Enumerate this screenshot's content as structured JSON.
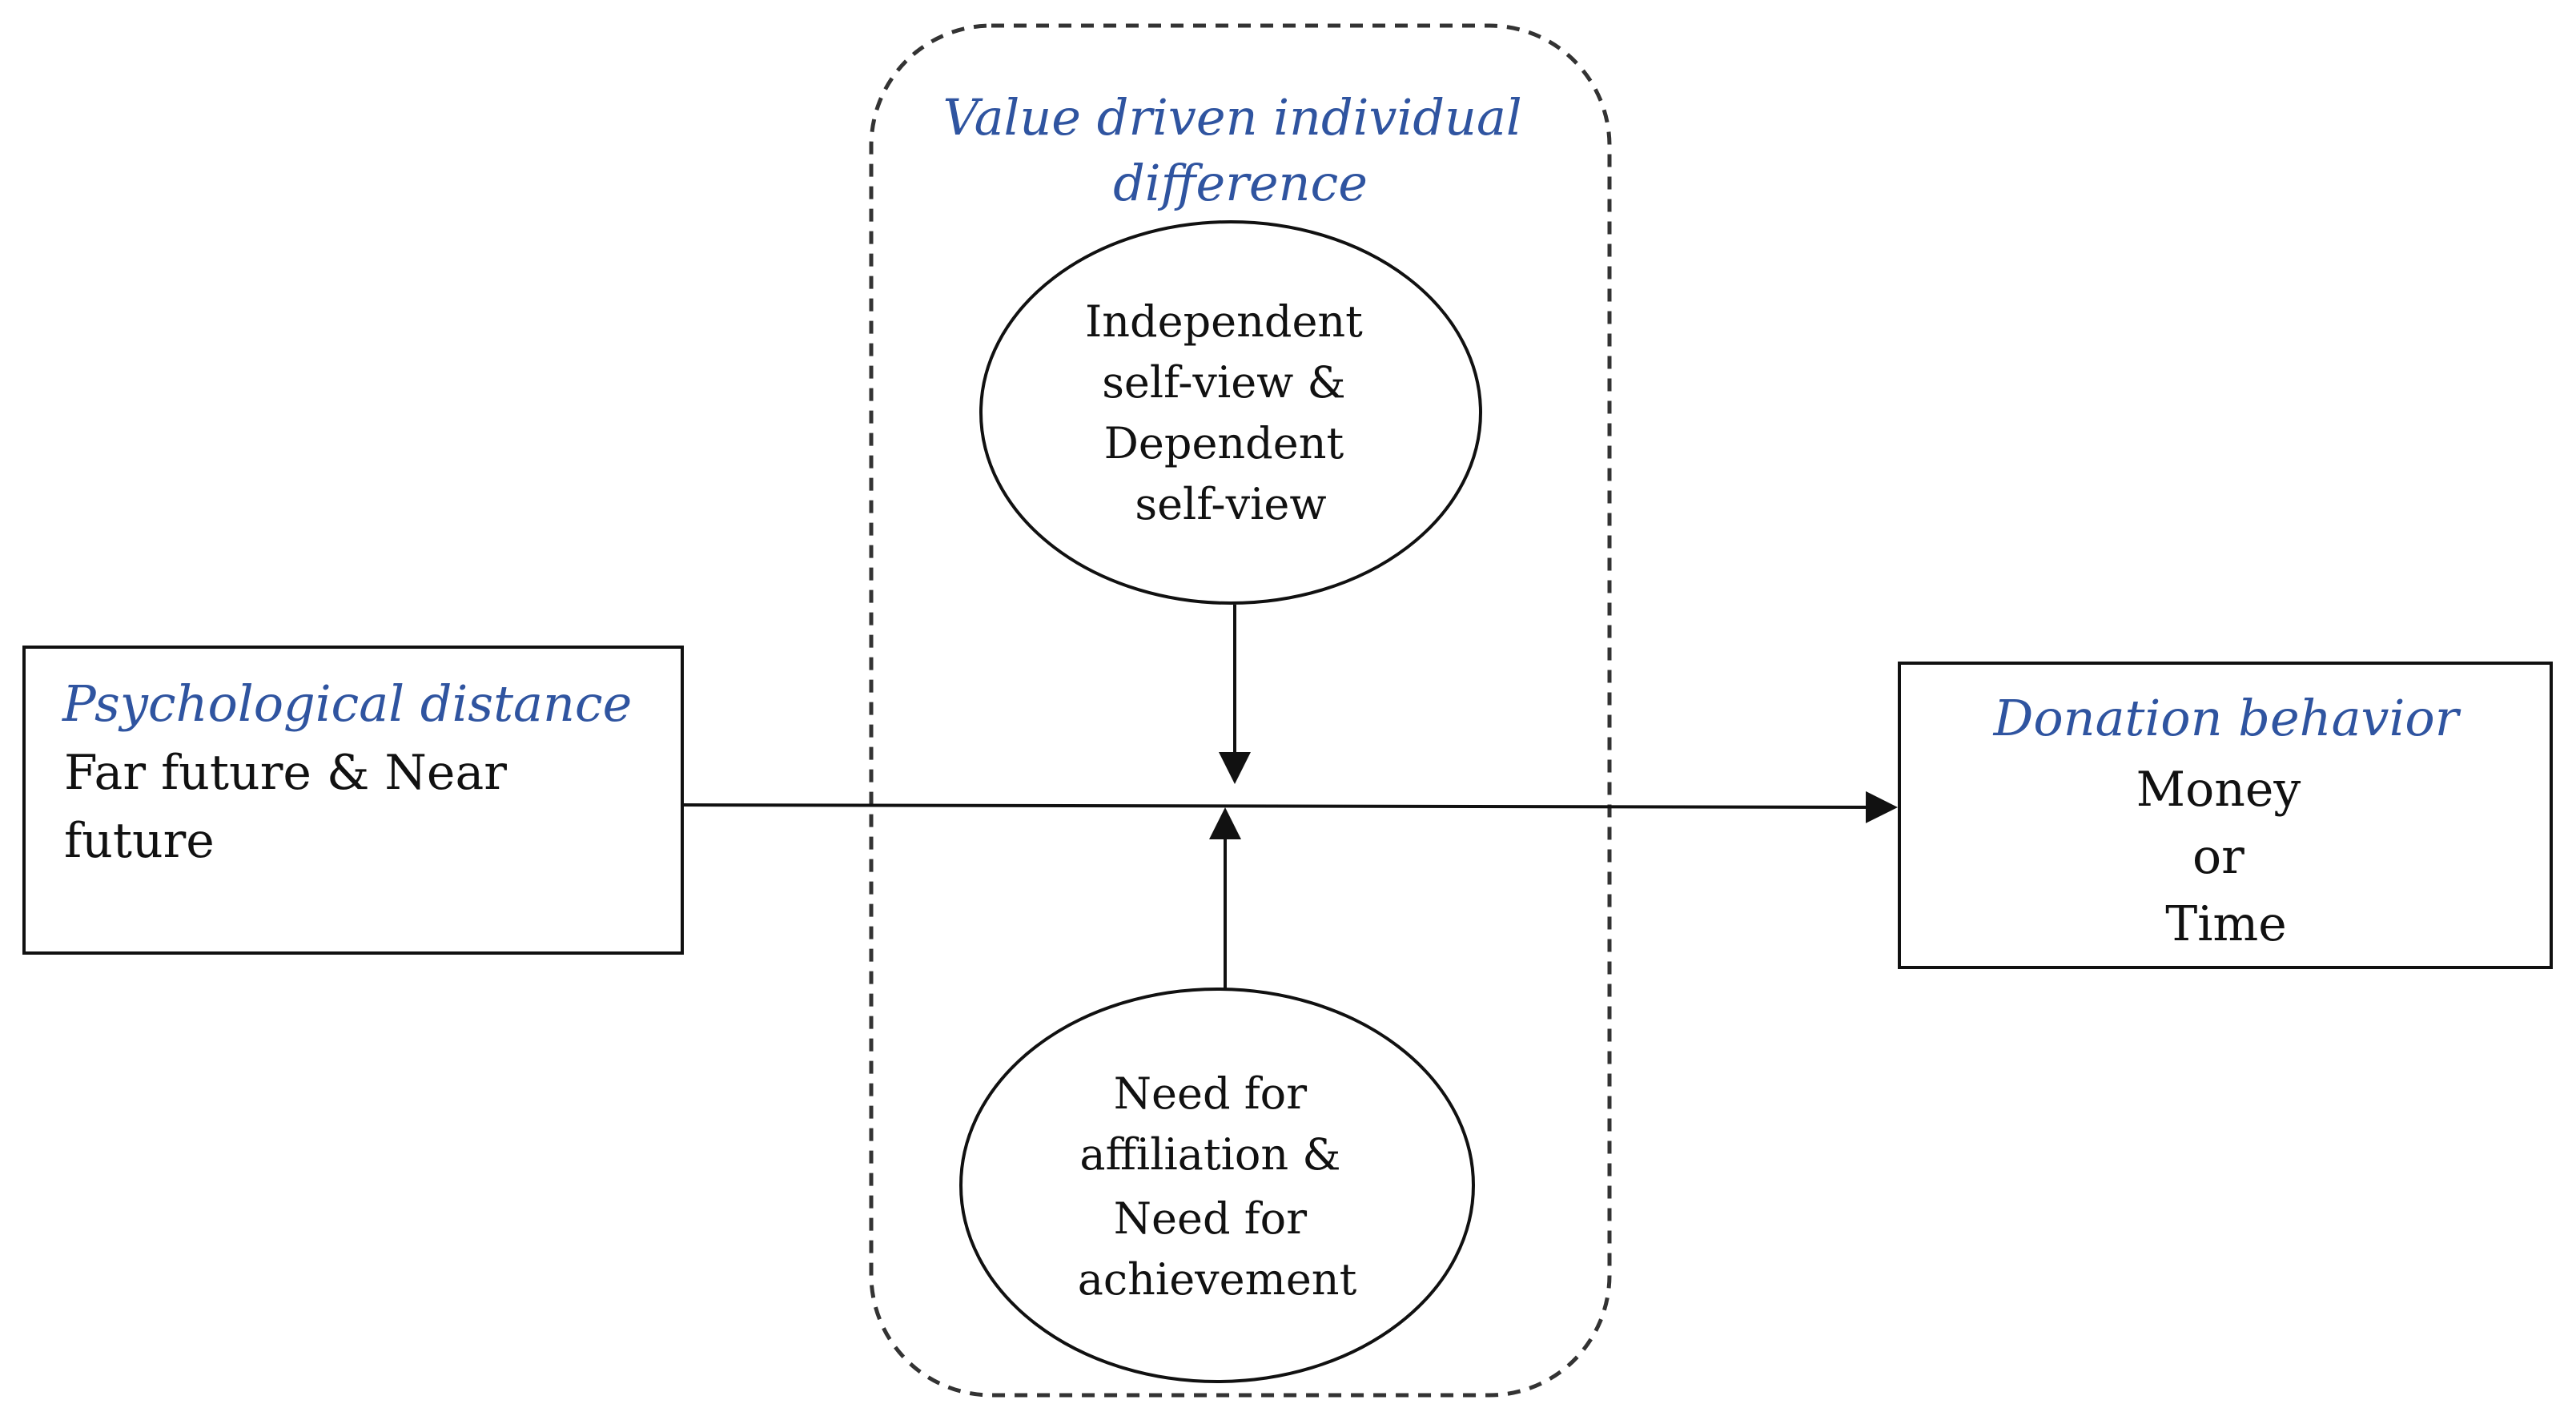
{
  "independent_variable": {
    "title": "Psychological distance",
    "lines": [
      "Far future & Near",
      "future"
    ]
  },
  "moderator_group": {
    "title_lines": [
      "Value driven individual",
      "difference"
    ],
    "moderator_top": {
      "lines": [
        "Independent",
        "self-view &",
        "Dependent",
        "self-view"
      ]
    },
    "moderator_bottom": {
      "lines": [
        "Need for",
        "affiliation &",
        "Need for",
        "achievement"
      ]
    }
  },
  "dependent_variable": {
    "title": "Donation behavior",
    "lines": [
      "Money",
      "or",
      "Time"
    ]
  },
  "colors": {
    "accent_title": "#2F54A0",
    "stroke": "#111111",
    "background": "#ffffff"
  }
}
